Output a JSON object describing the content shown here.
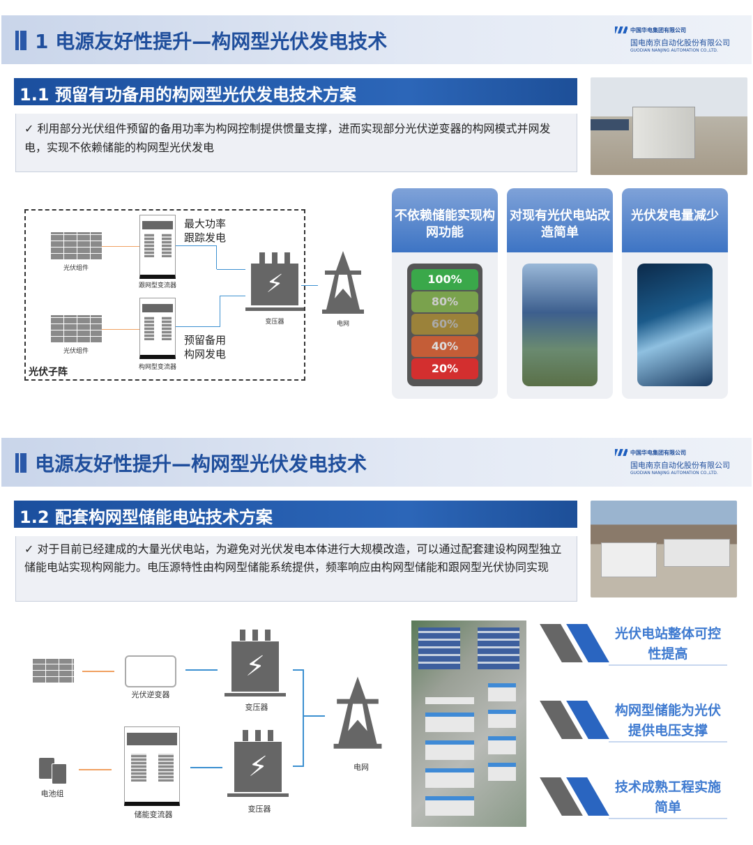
{
  "slide1": {
    "header_title": "1 电源友好性提升—构网型光伏发电技术",
    "logo": {
      "group": "中国华电集团有限公司",
      "company": "国电南京自动化股份有限公司",
      "company_en": "GUODIAN NANJING AUTOMATION CO.,LTD."
    },
    "section_title": "1.1 预留有功备用的构网型光伏发电技术方案",
    "bullet": "✓ 利用部分光伏组件预留的备用功率为构网控制提供惯量支撑，进而实现部分光伏逆变器的构网模式并网发电，实现不依赖储能的构网型光伏发电",
    "diagram": {
      "pv1": "光伏组件",
      "pv2": "光伏组件",
      "inv1": "跟网型变流器",
      "inv2": "构网型变流器",
      "mppt": "最大功率\n跟踪发电",
      "reserve": "预留备用\n构网发电",
      "transformer": "变压器",
      "grid": "电网",
      "array": "光伏子阵"
    },
    "cards": [
      {
        "title": "不依赖储能实现构网功能",
        "battery_levels": [
          "100%",
          "80%",
          "60%",
          "40%",
          "20%"
        ]
      },
      {
        "title": "对现有光伏电站改造简单"
      },
      {
        "title": "光伏发电量减少"
      }
    ]
  },
  "slide2": {
    "header_title": "电源友好性提升—构网型光伏发电技术",
    "logo": {
      "group": "中国华电集团有限公司",
      "company": "国电南京自动化股份有限公司",
      "company_en": "GUODIAN NANJING AUTOMATION CO.,LTD."
    },
    "section_title": "1.2 配套构网型储能电站技术方案",
    "bullet": "✓ 对于目前已经建成的大量光伏电站，为避免对光伏发电本体进行大规模改造，可以通过配套建设构网型独立储能电站实现构网能力。电压源特性由构网型储能系统提供，频率响应由构网型储能和跟网型光伏协同实现",
    "diagram": {
      "pv_inverter": "光伏逆变器",
      "transformer1": "变压器",
      "transformer2": "变压器",
      "battery": "电池组",
      "pcs": "储能变流器",
      "grid": "电网"
    },
    "features": [
      "光伏电站整体可控性提高",
      "构网型储能为光伏提供电压支撑",
      "技术成熟工程实施简单"
    ]
  },
  "colors": {
    "brand": "#1f4e9c",
    "accent": "#2c66b8",
    "line_orange": "#f0a060",
    "line_blue": "#3a8fd0"
  }
}
